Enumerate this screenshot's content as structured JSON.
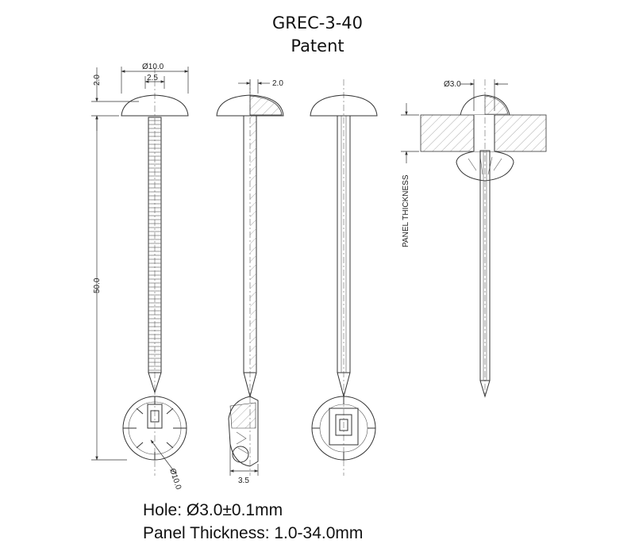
{
  "title": {
    "part_number": "GREC-3-40",
    "subtitle": "Patent"
  },
  "dimensions": {
    "head_diameter": "Ø10.0",
    "head_height": "2.0",
    "stem_width": "2.5",
    "side_head_height": "2.0",
    "hole_diameter": "Ø3.0",
    "overall_length": "50.0",
    "base_width": "3.5",
    "base_diameter": "Ø10.0",
    "panel_thickness_label": "PANEL THICKNESS"
  },
  "specs": {
    "hole": "Hole: Ø3.0±0.1mm",
    "panel_thickness": "Panel Thickness: 1.0-34.0mm"
  }
}
